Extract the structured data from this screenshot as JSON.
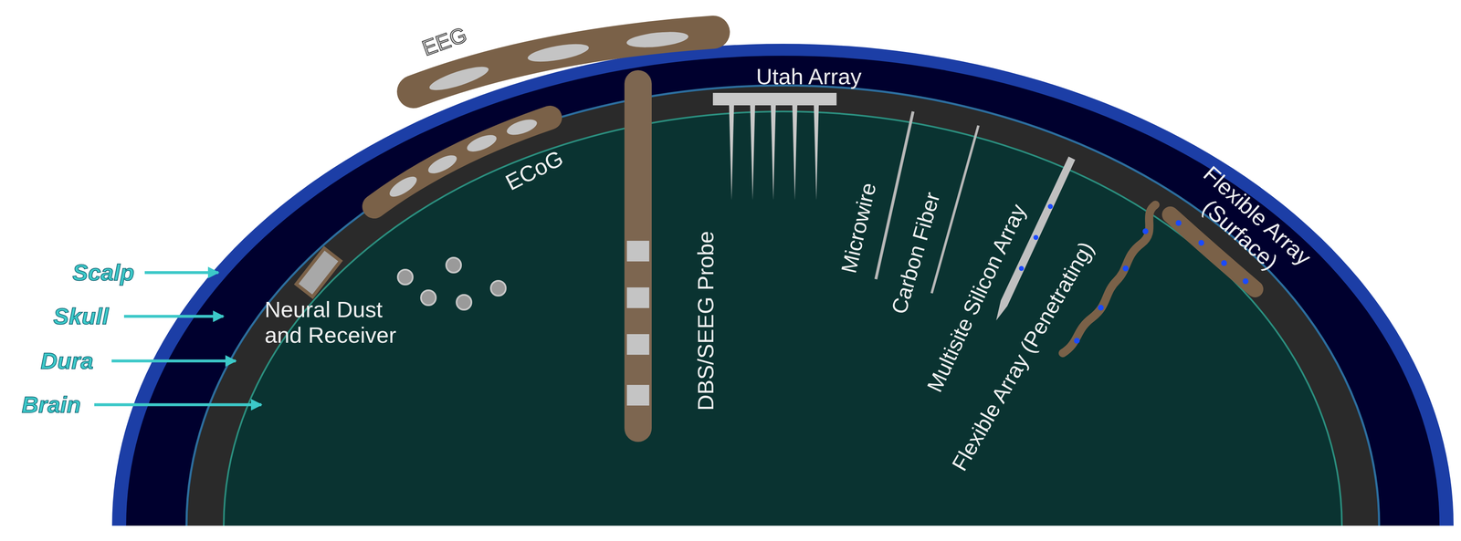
{
  "diagram": {
    "labels": [
      "EEG",
      "Utah Array",
      "ECoG",
      "Flexible Array (Surface)",
      "Scalp",
      "Skull",
      "Dura",
      "Brain",
      "Neural Dust and Receiver",
      "DBS/SEEG Probe",
      "Microwire",
      "Carbon Fiber",
      "Multisite Silicon Array",
      "Flexible Array (Penetrating)"
    ]
  }
}
